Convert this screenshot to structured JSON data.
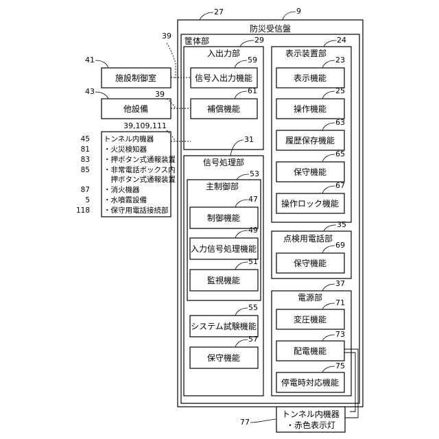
{
  "receiver": {
    "ref": "9",
    "title": "防災受信盤"
  },
  "casing": {
    "ref": "27",
    "title": "筐体部"
  },
  "io_unit": {
    "ref": "29",
    "title": "入出力部",
    "items": [
      {
        "ref": "59",
        "label": "信号入出力機能"
      },
      {
        "ref": "61",
        "label": "補償機能"
      }
    ]
  },
  "display_unit": {
    "ref": "24",
    "title": "表示装置部",
    "items": [
      {
        "ref": "23",
        "label": "表示機能"
      },
      {
        "ref": "25",
        "label": "操作機能"
      },
      {
        "ref": "63",
        "label": "履歴保存機能"
      },
      {
        "ref": "65",
        "label": "保守機能"
      },
      {
        "ref": "67",
        "label": "操作ロック機能"
      }
    ]
  },
  "signal_unit": {
    "ref": "31",
    "title": "信号処理部"
  },
  "main_control": {
    "ref": "53",
    "title": "主制御部",
    "items": [
      {
        "ref": "47",
        "label": "制御機能"
      },
      {
        "ref": "49",
        "label": "入力信号処理機能"
      },
      {
        "ref": "51",
        "label": "監視機能"
      }
    ]
  },
  "system_test": {
    "ref": "55",
    "label": "システム試験機能"
  },
  "maintenance": {
    "ref": "57",
    "label": "保守機能"
  },
  "inspection_phone": {
    "ref": "35",
    "title": "点検用電話部",
    "items": [
      {
        "ref": "69",
        "label": "保守機能"
      }
    ]
  },
  "power_unit": {
    "ref": "37",
    "title": "電源部",
    "items": [
      {
        "ref": "71",
        "label": "変圧機能"
      },
      {
        "ref": "73",
        "label": "配電機能"
      },
      {
        "ref": "75",
        "label": "停電時対応機能"
      }
    ]
  },
  "external": {
    "facility_control": {
      "ref": "41",
      "label": "施設制御室",
      "line_ref": "39"
    },
    "other_equipment": {
      "ref": "43",
      "label": "他設備",
      "line_ref": "39"
    },
    "tunnel_equipment": {
      "line_ref": "39,109,111",
      "items": [
        {
          "ref": "45",
          "label": "トンネル内機器"
        },
        {
          "ref": "81",
          "label": "・火災検知器"
        },
        {
          "ref": "83",
          "label": "・押ボタン式通報装置"
        },
        {
          "ref": "85",
          "label": "・非常電話ボックス内"
        },
        {
          "ref": "",
          "label": "　押ボタン式通報装置"
        },
        {
          "ref": "87",
          "label": "・消火機器"
        },
        {
          "ref": "5",
          "label": "・水噴霧設備"
        },
        {
          "ref": "118",
          "label": "・保守用電話接続部"
        }
      ]
    },
    "red_lamp": {
      "ref": "77",
      "line1": "トンネル内機器",
      "line2": "・赤色表示灯"
    }
  }
}
